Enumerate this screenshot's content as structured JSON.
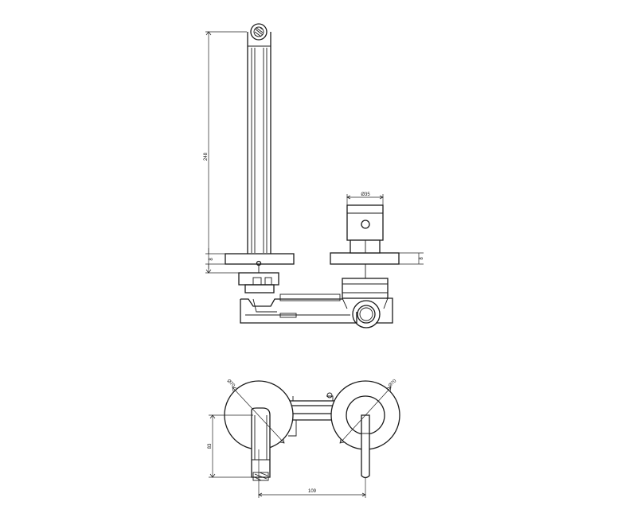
{
  "drawing": {
    "elevation": {
      "dim_spout_height": "248",
      "dim_handle_diameter": "Ø35",
      "dim_left_rosette_thickness": "8",
      "dim_right_rosette_thickness": "8"
    },
    "plan": {
      "dim_left_rosette_diameter": "Ø70",
      "dim_right_rosette_diameter": "Ø70",
      "dim_spout_projection": "83",
      "dim_center_distance": "109"
    }
  }
}
